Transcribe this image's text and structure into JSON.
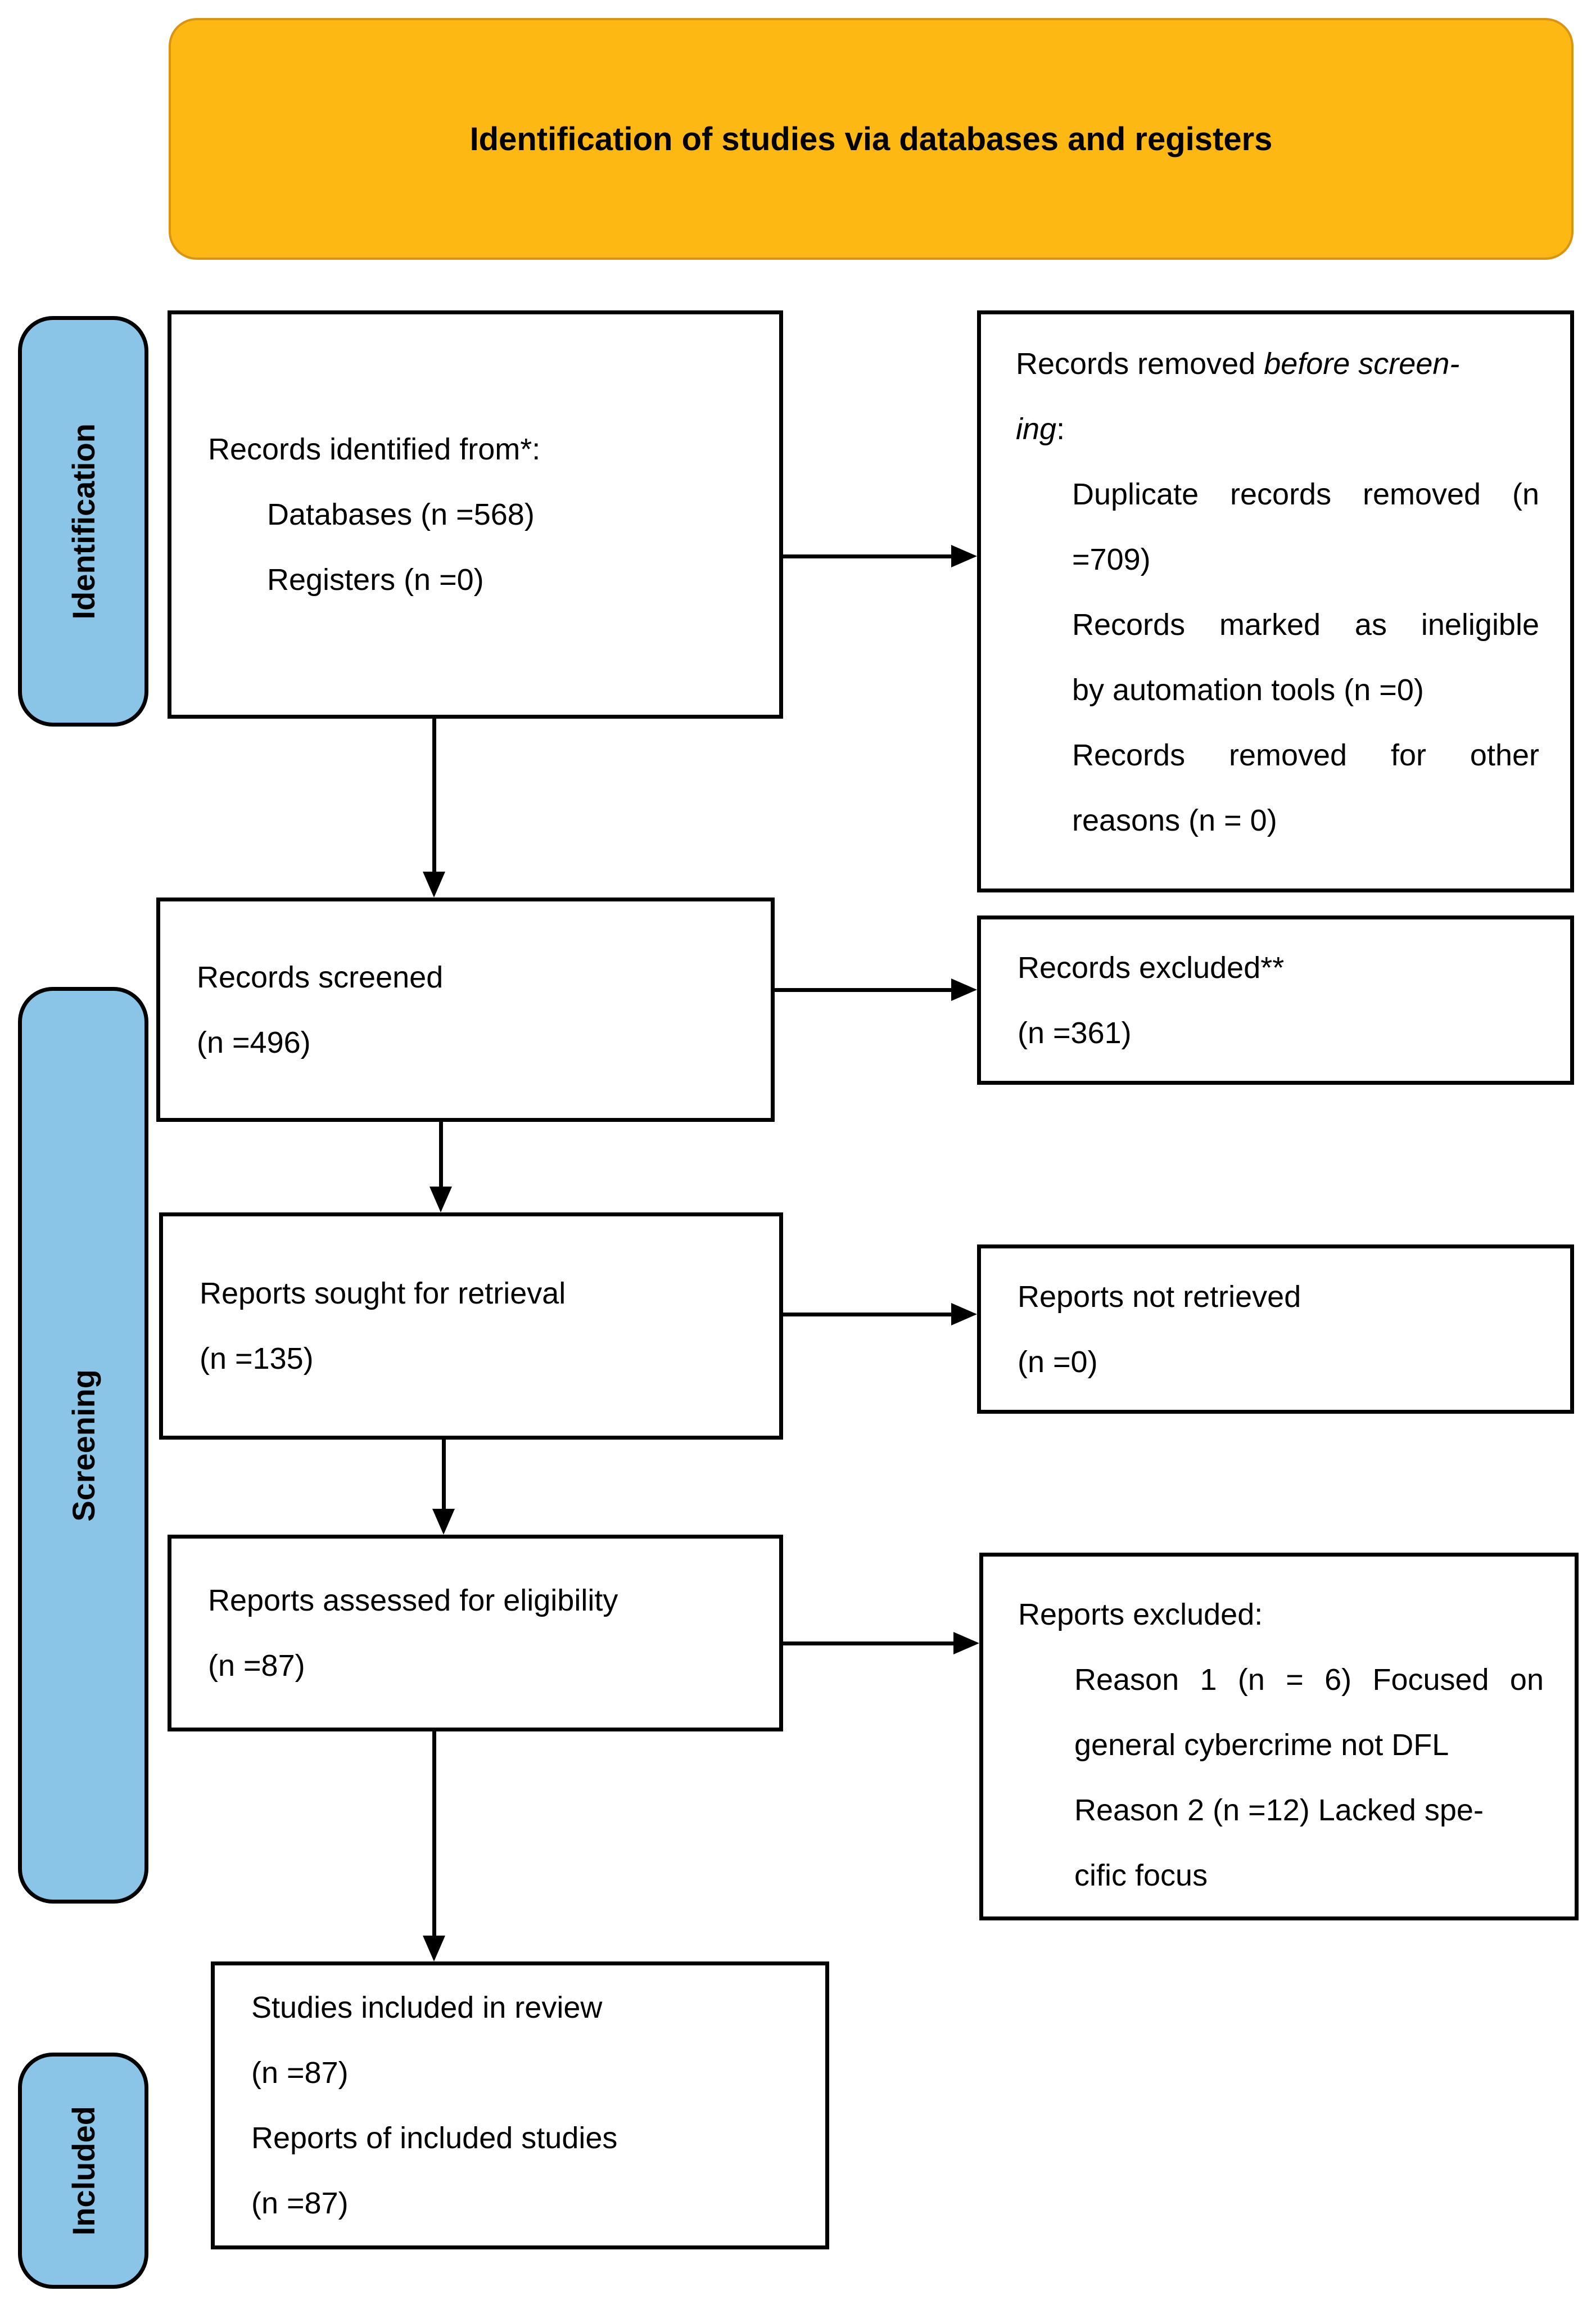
{
  "title": {
    "text": "Identification of studies via databases and registers"
  },
  "stages": {
    "identification": "Identification",
    "screening": "Screening",
    "included": "Included"
  },
  "boxes": {
    "records_identified": {
      "heading": "Records identified from*:",
      "items": [
        "Databases (n =568)",
        "Registers (n =0)"
      ]
    },
    "records_removed": {
      "heading_line1_normal": "Records removed ",
      "heading_line1_italic": "before screen-",
      "heading_line2_italic": "ing",
      "heading_line2_normal": ":",
      "items": [
        {
          "lines": [
            "Duplicate records removed (n",
            "=709)"
          ]
        },
        {
          "lines": [
            "Records marked as ineligible",
            "by automation tools (n =0)"
          ]
        },
        {
          "lines": [
            "Records removed for other",
            "reasons (n = 0)"
          ]
        }
      ]
    },
    "records_screened": {
      "lines": [
        "Records screened",
        "(n =496)"
      ]
    },
    "records_excluded": {
      "lines": [
        "Records excluded**",
        "(n =361)"
      ]
    },
    "reports_sought": {
      "lines": [
        "Reports sought for retrieval",
        "(n =135)"
      ]
    },
    "reports_not_retrieved": {
      "lines": [
        "Reports not retrieved",
        "(n =0)"
      ]
    },
    "reports_assessed": {
      "lines": [
        "Reports assessed for eligibility",
        "(n =87)"
      ]
    },
    "reports_excluded": {
      "heading": "Reports excluded:",
      "items": [
        {
          "lines": [
            "Reason 1 (n = 6) Focused on",
            "general cybercrime not DFL"
          ]
        },
        {
          "lines": [
            "Reason 2 (n =12) Lacked spe-",
            "cific focus"
          ]
        }
      ]
    },
    "studies_included": {
      "lines": [
        "Studies included in review",
        "(n =87)",
        "Reports of included studies",
        "(n =87)"
      ]
    }
  },
  "colors": {
    "banner_fill": "#FDB813",
    "banner_border": "#D99511",
    "stage_fill": "#8AC4E6",
    "line": "#000000",
    "box_bg": "#FFFFFF",
    "text": "#000000"
  }
}
